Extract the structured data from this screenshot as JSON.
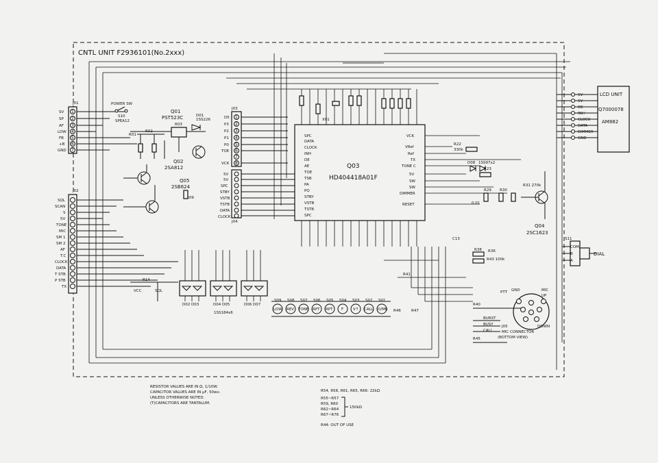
{
  "title": "CNTL UNIT F2936101(No.2xxx)",
  "lcd_unit": {
    "title": "LCD UNIT",
    "part": "Q7000078",
    "model": "AM882",
    "pins": [
      "5V",
      "5V",
      "DE",
      "INH",
      "CLOCK",
      "DATA",
      "DIMMER",
      "GND"
    ]
  },
  "j01": {
    "label": "J01",
    "pins": [
      "SV",
      "SP",
      "AF",
      "LOW",
      "FB",
      "+B",
      "GND"
    ]
  },
  "j02": {
    "label": "J02",
    "pins": [
      "SQL",
      "SCAN",
      "S",
      "5V",
      "TONE",
      "MIC",
      "SM 1",
      "SM 2",
      "AF",
      "T.C",
      "CLOCK",
      "DATA",
      "T STB",
      "P STB",
      "TX"
    ]
  },
  "j03": {
    "label": "J03",
    "pins": [
      "D5",
      "P3",
      "P2",
      "P1",
      "P0",
      "TOE",
      "",
      "VCK"
    ]
  },
  "j04": {
    "label": "J04",
    "pins": [
      "5V",
      "5V",
      "SPC",
      "STBY",
      "VSTB",
      "TSTB",
      "DATA",
      "CLOCK"
    ]
  },
  "power_switch": {
    "label": "POWER SW",
    "ref": "S10",
    "part": "SPEA12"
  },
  "q01": {
    "ref": "Q01",
    "part": "PST523C"
  },
  "q02": {
    "ref": "Q02",
    "part": "2SA812"
  },
  "q05": {
    "ref": "Q05",
    "part": "2SB624"
  },
  "q04": {
    "ref": "Q04",
    "part": "2SC1623"
  },
  "q03": {
    "ref": "Q03",
    "part": "HD404418A01F",
    "left_pins": [
      "SPC",
      "DATA",
      "CLOCK",
      "INH",
      "DE",
      "AE",
      "TOE",
      "TSB",
      "PA",
      "PO",
      "STBY",
      "VSTB",
      "TSTB",
      "SPC"
    ],
    "right_pins": [
      "VCK",
      "VRef",
      "Ref",
      "TX",
      "TONE C",
      "5V",
      "SW",
      "SW",
      "DIMMER",
      "",
      "RESET"
    ]
  },
  "diodes": {
    "d01": {
      "ref": "D01",
      "part": "1SS226"
    },
    "d08": {
      "ref": "D08",
      "part": "1SS97x2"
    },
    "array": "1SS184x6",
    "groups": [
      "D02  D03",
      "D04  D05",
      "D06  D07"
    ]
  },
  "keys": [
    "LOW",
    "REV",
    "TONE",
    "RPT",
    "RPT",
    "F",
    "V↑",
    "CALL",
    "D/MR"
  ],
  "key_refs": [
    "S09",
    "S08",
    "S07",
    "S06",
    "S05",
    "S04",
    "S03",
    "S02",
    "S01"
  ],
  "j05": {
    "label": "J05",
    "title": "MIC CONNECTOR",
    "subtitle": "(BOTTOM VIEW)",
    "signals": [
      "PTT",
      "BURST",
      "BUSY",
      "CALL",
      "DOWN",
      "UP",
      "MIC",
      "GND"
    ]
  },
  "s11": {
    "ref": "S11",
    "label": "DIAL",
    "pins": [
      "COM",
      "B",
      "A"
    ]
  },
  "notes": [
    "RESISTOR VALUES ARE IN Ω, 1/10W.",
    "CAPACITOR VALUES ARE IN μF, 50wv.",
    "UNLESS OTHERWISE NOTED.",
    "(T)CAPACITORS ARE TANTALUM."
  ],
  "resistor_notes": [
    "R54, R58, R61, R65, R66:  22kΩ",
    "R55~R57",
    "R59, R60",
    "R62~R64",
    "R67~R76",
    "150kΩ",
    "R44:  OUT OF USE"
  ]
}
